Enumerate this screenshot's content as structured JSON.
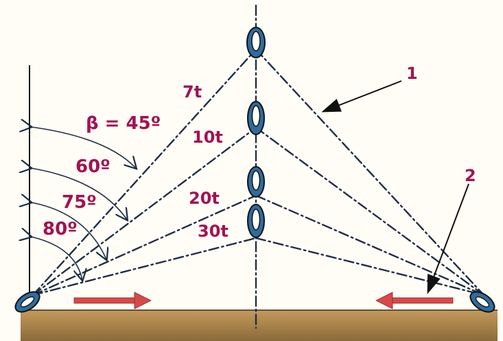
{
  "angles": {
    "a45": "β = 45º",
    "a60": "60º",
    "a75": "75º",
    "a80": "80º"
  },
  "loads": {
    "l7": "7t",
    "l10": "10t",
    "l20": "20t",
    "l30": "30t"
  },
  "callouts": {
    "c1": "1",
    "c2": "2"
  },
  "colors": {
    "label": "#a31250",
    "line": "#1d2f45",
    "shackle": "#1d4f7a",
    "ground": "#a7854f",
    "arrow": "#d84a4a"
  },
  "icons": {
    "left_anchor": "chain-link-icon",
    "right_anchor": "chain-link-icon",
    "hook": "chain-link-icon",
    "force_arrow": "arrow-right-icon"
  }
}
